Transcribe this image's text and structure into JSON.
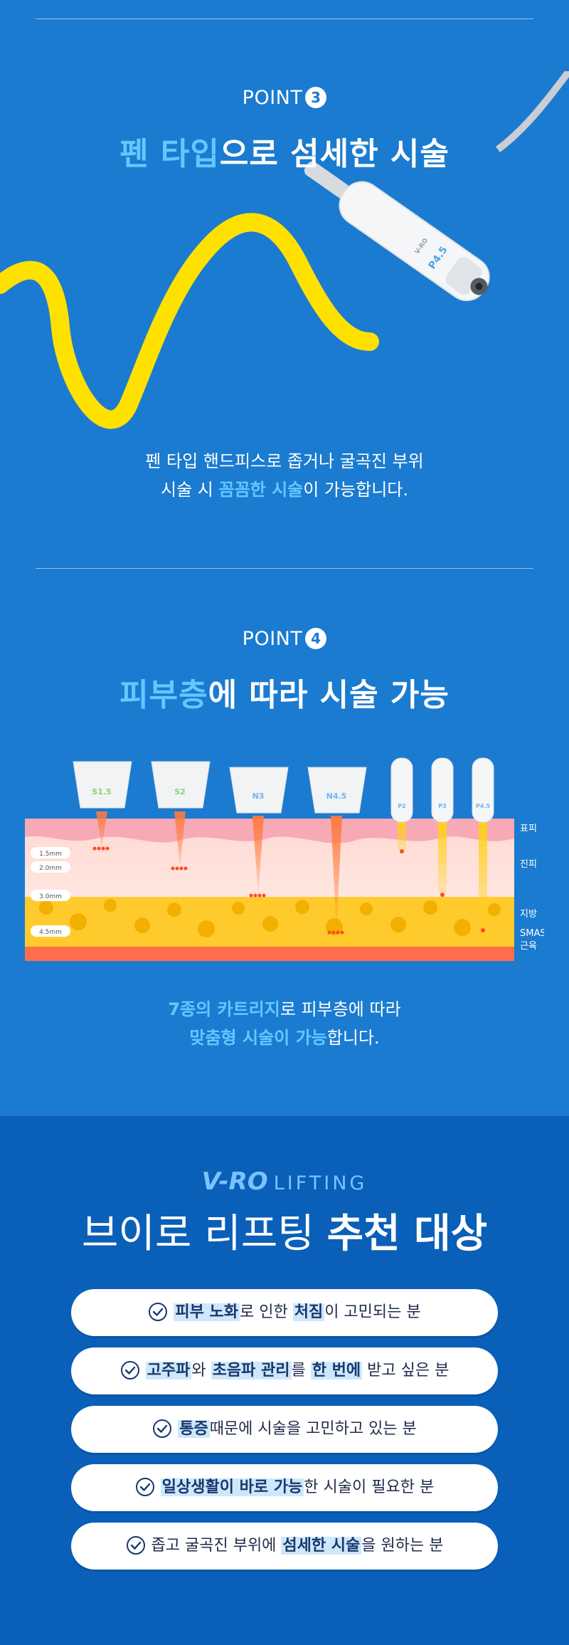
{
  "point3": {
    "label": "POINT",
    "num": "3",
    "heading_hl": "펜 타입",
    "heading_rest": "으로 섬세한 시술",
    "desc_line1": "펜 타입 핸드피스로 좁거나 굴곡진 부위",
    "desc_line2_a": "시술 시 ",
    "desc_line2_hl": "꼼꼼한 시술",
    "desc_line2_b": "이 가능합니다.",
    "pen_brand": "V-RO",
    "pen_model": "P4.5"
  },
  "point4": {
    "label": "POINT",
    "num": "4",
    "heading_hl": "피부층",
    "heading_rest": "에 따라 시술 가능",
    "desc_line1_hl": "7종의 카트리지",
    "desc_line1_rest": "로 피부층에 따라",
    "desc_line2_hl": "맞춤형 시술이 가능",
    "desc_line2_rest": "합니다.",
    "cartridges": [
      "S1.5",
      "S2",
      "N3",
      "N4.5",
      "P2",
      "P3",
      "P4.5"
    ],
    "depths": [
      "1.5mm",
      "2.0mm",
      "3.0mm",
      "4.5mm"
    ],
    "layers": [
      "표피",
      "진피",
      "지방",
      "SMAS",
      "근육"
    ]
  },
  "target": {
    "brand_v": "V-RO",
    "brand_lift": "LIFTING",
    "title_a": "브이로 리프팅 ",
    "title_b": "추천 대상",
    "items": [
      [
        {
          "t": "피부 노화",
          "m": true
        },
        {
          "t": "로 인한 "
        },
        {
          "t": "처짐",
          "m": true
        },
        {
          "t": "이 고민되는 분"
        }
      ],
      [
        {
          "t": "고주파",
          "m": true
        },
        {
          "t": "와 "
        },
        {
          "t": "초음파 관리",
          "m": true
        },
        {
          "t": "를 "
        },
        {
          "t": "한 번에",
          "m": true
        },
        {
          "t": " 받고 싶은 분"
        }
      ],
      [
        {
          "t": "통증",
          "m": true
        },
        {
          "t": "때문에 시술을 고민하고 있는 분"
        }
      ],
      [
        {
          "t": "일상생활이 바로 가능",
          "m": true
        },
        {
          "t": "한 시술이 필요한 분"
        }
      ],
      [
        {
          "t": "좁고 굴곡진 부위에 "
        },
        {
          "t": "섬세한 시술",
          "m": true
        },
        {
          "t": "을 원하는 분"
        }
      ]
    ]
  },
  "colors": {
    "background": "#1a7bd0",
    "highlight": "#63c8ff",
    "target_bg": "#0a5fb8",
    "yellow": "#ffe100"
  }
}
